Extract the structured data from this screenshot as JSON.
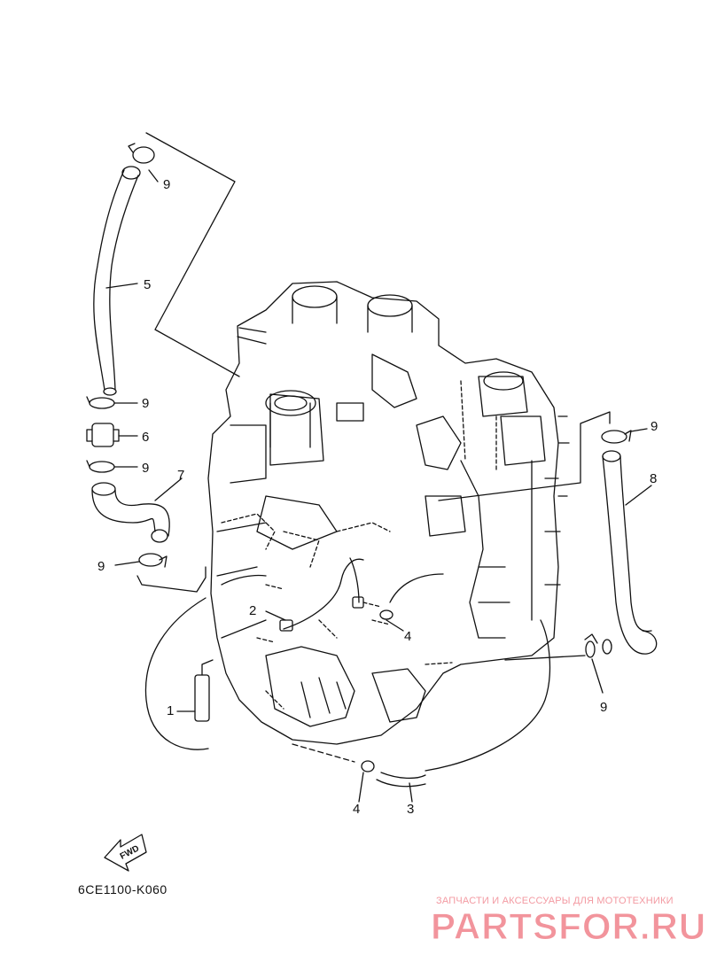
{
  "callouts": {
    "c1": "1",
    "c2": "2",
    "c3": "3",
    "c4a": "4",
    "c4b": "4",
    "c5": "5",
    "c6": "6",
    "c7": "7",
    "c8": "8",
    "c9a": "9",
    "c9b": "9",
    "c9c": "9",
    "c9d": "9",
    "c9e": "9",
    "c9f": "9"
  },
  "fwd_label": "FWD",
  "diagram_code": "6CE1100-K060",
  "watermark": {
    "tagline": "ЗАПЧАСТИ И АКСЕССУАРЫ ДЛЯ МОТОТЕХНИКИ",
    "brand": "PARTSFOR.RU",
    "color": "#f0828b"
  }
}
